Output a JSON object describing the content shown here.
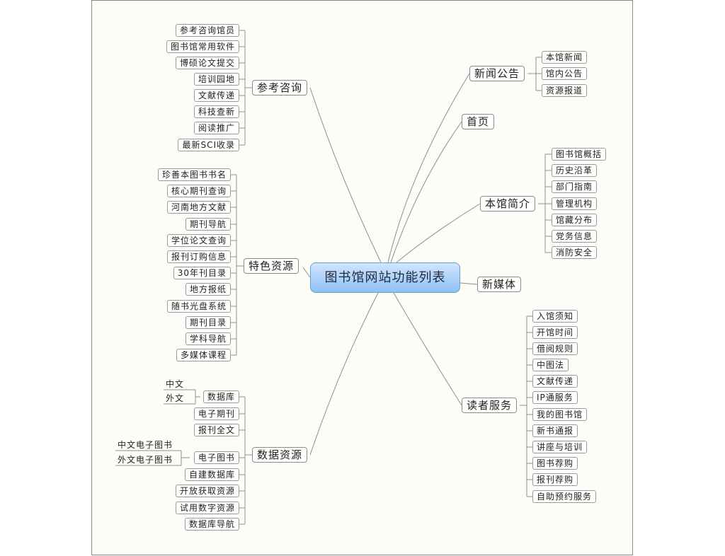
{
  "center": "图书馆网站功能列表",
  "branches": {
    "news": {
      "label": "新闻公告",
      "items": [
        "本馆新闻",
        "馆内公告",
        "资源报道"
      ]
    },
    "home": {
      "label": "首页"
    },
    "intro": {
      "label": "本馆简介",
      "items": [
        "图书馆概括",
        "历史沿革",
        "部门指南",
        "管理机构",
        "馆藏分布",
        "党务信息",
        "消防安全"
      ]
    },
    "newmedia": {
      "label": "新媒体"
    },
    "reader": {
      "label": "读者服务",
      "items": [
        "入馆须知",
        "开馆时间",
        "借阅规则",
        "中图法",
        "文献传递",
        "IP通服务",
        "我的图书馆",
        "新书通报",
        "讲座与培训",
        "图书荐购",
        "报刊荐购",
        "自助预约服务"
      ]
    },
    "reference": {
      "label": "参考咨询",
      "items": [
        "参考咨询馆员",
        "图书馆常用软件",
        "博硕论文提交",
        "培训园地",
        "文献传递",
        "科技查新",
        "阅读推广",
        "最新SCI收录"
      ]
    },
    "special": {
      "label": "特色资源",
      "items": [
        "珍善本图书书名",
        "核心期刊查询",
        "河南地方文献",
        "期刊导航",
        "学位论文查询",
        "报刊订购信息",
        "30年刊目录",
        "地方报纸",
        "随书光盘系统",
        "期刊目录",
        "学科导航",
        "多媒体课程"
      ]
    },
    "data": {
      "label": "数据资源",
      "items": [
        "数据库",
        "电子期刊",
        "报刊全文",
        "电子图书",
        "自建数据库",
        "开放获取资源",
        "试用数字资源",
        "数据库导航"
      ],
      "database_sub": [
        "中文",
        "外文"
      ],
      "ebook_sub": [
        "中文电子图书",
        "外文电子图书"
      ]
    }
  }
}
